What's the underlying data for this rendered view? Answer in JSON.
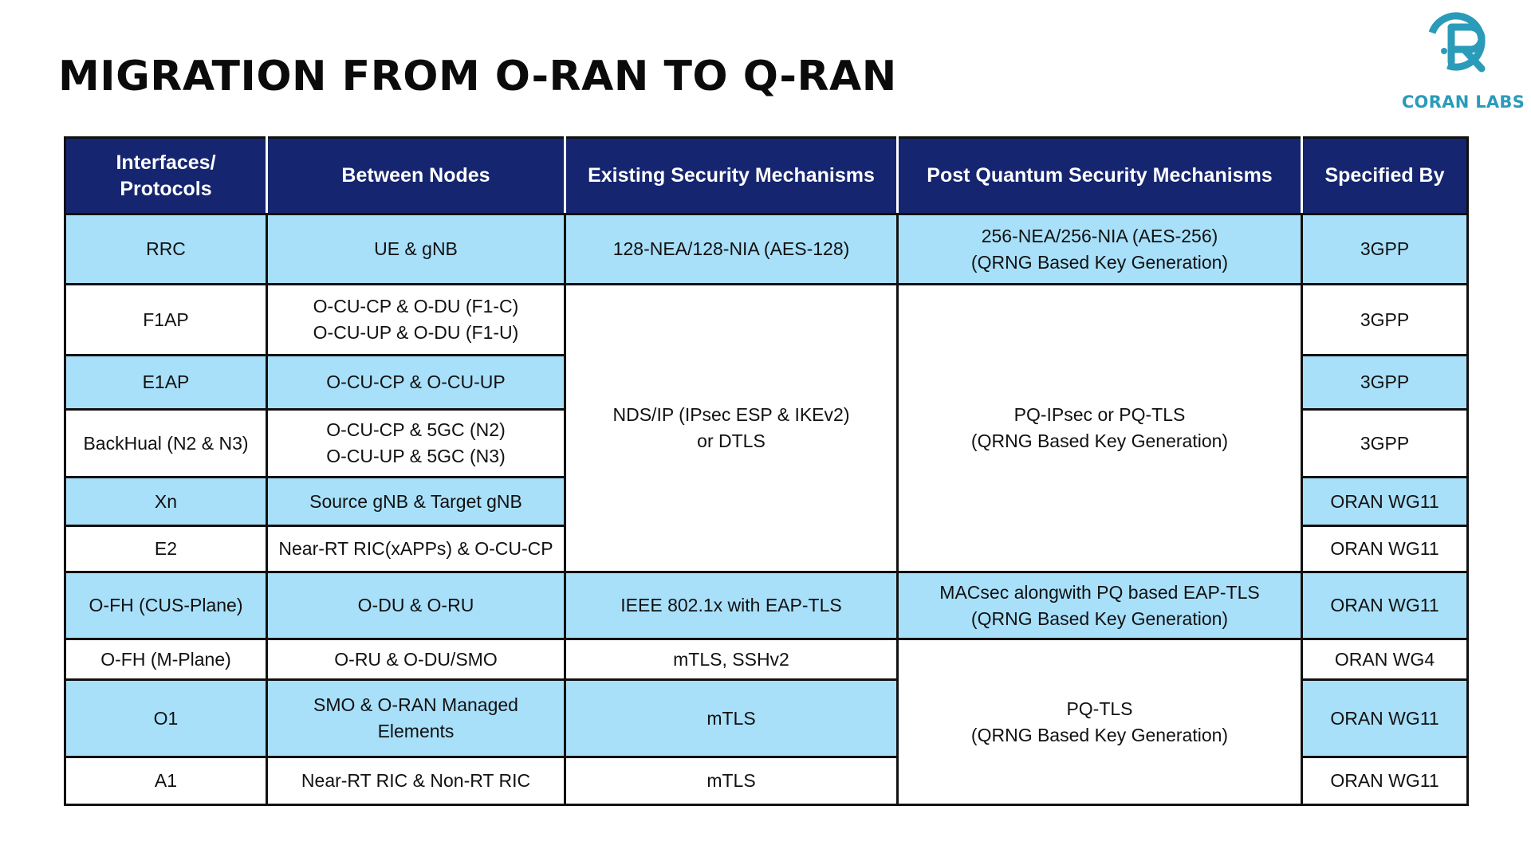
{
  "title": "MIGRATION FROM O-RAN TO Q-RAN",
  "logo": {
    "icon": "coran-labs-logo",
    "text": "CORAN LABS",
    "color": "#2a9bb9"
  },
  "colors": {
    "header_bg": "#15256f",
    "row_blue": "#a8e0fa",
    "row_white": "#ffffff",
    "border": "#111111"
  },
  "table": {
    "headers": {
      "interfaces": [
        "Interfaces/",
        "Protocols"
      ],
      "nodes": "Between Nodes",
      "existing": "Existing Security Mechanisms",
      "pq": "Post Quantum Security Mechanisms",
      "spec": "Specified By"
    },
    "rows": [
      {
        "protocol": "RRC",
        "nodes": [
          "UE & gNB"
        ],
        "spec": "3GPP"
      },
      {
        "protocol": "F1AP",
        "nodes": [
          "O-CU-CP & O-DU (F1-C)",
          "O-CU-UP & O-DU (F1-U)"
        ],
        "spec": "3GPP"
      },
      {
        "protocol": "E1AP",
        "nodes": [
          "O-CU-CP & O-CU-UP"
        ],
        "spec": "3GPP"
      },
      {
        "protocol": "BackHual (N2 & N3)",
        "nodes": [
          "O-CU-CP & 5GC (N2)",
          "O-CU-UP & 5GC (N3)"
        ],
        "spec": "3GPP"
      },
      {
        "protocol": "Xn",
        "nodes": [
          "Source gNB & Target gNB"
        ],
        "spec": "ORAN WG11"
      },
      {
        "protocol": "E2",
        "nodes": [
          "Near-RT RIC(xAPPs) & O-CU-CP"
        ],
        "spec": "ORAN WG11"
      },
      {
        "protocol": "O-FH (CUS-Plane)",
        "nodes": [
          "O-DU & O-RU"
        ],
        "spec": "ORAN WG11"
      },
      {
        "protocol": "O-FH (M-Plane)",
        "nodes": [
          "O-RU & O-DU/SMO"
        ],
        "spec": "ORAN WG4"
      },
      {
        "protocol": "O1",
        "nodes": [
          "SMO & O-RAN Managed",
          "Elements"
        ],
        "spec": "ORAN WG11"
      },
      {
        "protocol": "A1",
        "nodes": [
          "Near-RT RIC & Non-RT RIC"
        ],
        "spec": "ORAN WG11"
      }
    ],
    "existing": {
      "rrc": "128-NEA/128-NIA (AES-128)",
      "nds": [
        "NDS/IP (IPsec ESP & IKEv2)",
        "or DTLS"
      ],
      "ofh_cus": "IEEE 802.1x with EAP-TLS",
      "ofh_m": "mTLS, SSHv2",
      "o1": "mTLS",
      "a1": "mTLS"
    },
    "pq": {
      "rrc": [
        "256-NEA/256-NIA (AES-256)",
        "(QRNG Based Key Generation)"
      ],
      "ipsec": [
        "PQ-IPsec or PQ-TLS",
        "(QRNG Based Key Generation)"
      ],
      "macsec": [
        "MACsec alongwith PQ based EAP-TLS",
        "(QRNG Based Key Generation)"
      ],
      "pqtls": [
        "PQ-TLS",
        "(QRNG Based Key Generation)"
      ]
    }
  }
}
